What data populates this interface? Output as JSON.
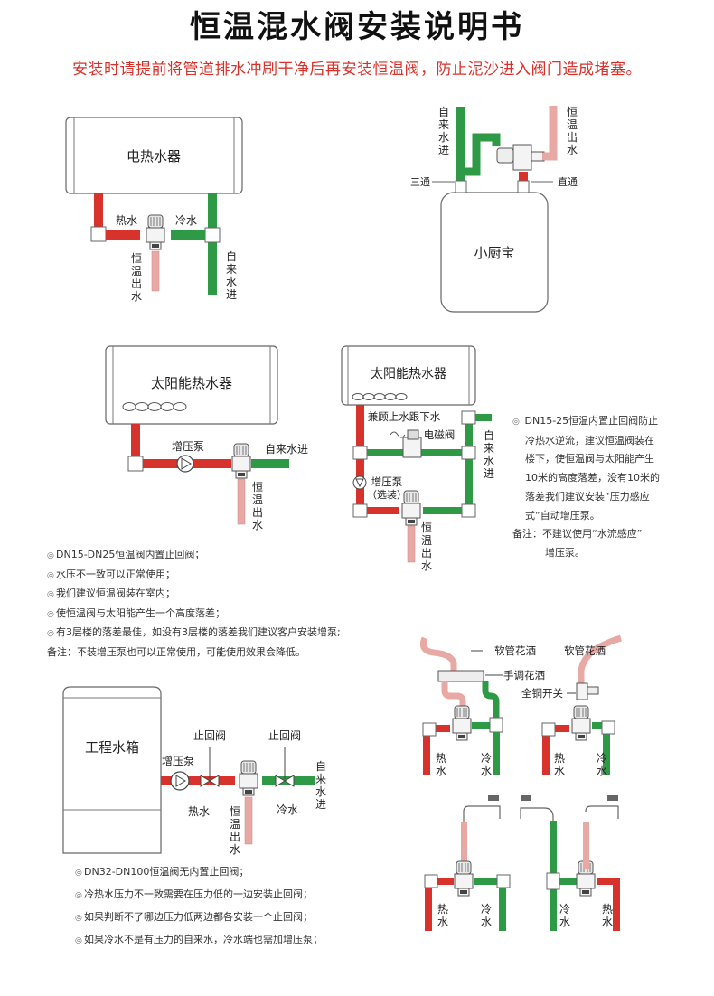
{
  "title": "恒温混水阀安装说明书",
  "warning": "安装时请提前将管道排水冲刷干净后再安装恒温阀，防止泥沙进入阀门造成堵塞。",
  "colors": {
    "hot": "#d8322c",
    "cold": "#2e9a46",
    "mixed": "#e8a8a4",
    "warning": "#d9302a",
    "pipe_white": "#ffffff",
    "outline": "#555555"
  },
  "diagram_electric": {
    "device": "电热水器",
    "hot_label": "热水",
    "cold_label": "冷水",
    "out_label": [
      "恒",
      "温",
      "出",
      "水"
    ],
    "in_label": [
      "自",
      "来",
      "水",
      "进"
    ]
  },
  "diagram_kitchen": {
    "device": "小厨宝",
    "in_label": [
      "自",
      "来",
      "水",
      "进"
    ],
    "out_label": [
      "恒",
      "温",
      "出",
      "水"
    ],
    "tee_label": "三通",
    "straight_label": "直通"
  },
  "diagram_solar1": {
    "device": "太阳能热水器",
    "pump_label": "增压泵",
    "in_label": "自来水进",
    "out_label": [
      "恒",
      "温",
      "出",
      "水"
    ]
  },
  "diagram_solar2": {
    "device": "太阳能热水器",
    "upper_label": "兼顾上水跟下水",
    "solenoid_label": "电磁阀",
    "pump_label": "增压泵",
    "pump_optional": "（选装）",
    "in_label": [
      "自",
      "来",
      "水",
      "进"
    ],
    "out_label": [
      "恒",
      "温",
      "出",
      "水"
    ]
  },
  "solar_note": {
    "lines": [
      "DN15-25恒温内置止回阀防止",
      "冷热水逆流，建议恒温阀装在",
      "楼下，使恒温阀与太阳能产生",
      "10米的高度落差，没有10米的",
      "落差我们建议安装“压力感应",
      "式”自动增压泵。"
    ],
    "remark_label": "备注：不建议使用“水流感应”",
    "remark_cont": "增压泵。"
  },
  "notes_solar": {
    "items": [
      "DN15-DN25恒温阀内置止回阀；",
      "水压不一致可以正常使用；",
      "我们建议恒温阀装在室内；",
      "使恒温阀与太阳能产生一个高度落差；",
      "有3层楼的落差最佳，如没有3层楼的落差我们建议客户安装增泵;"
    ],
    "remark": "备注：不装增压泵也可以正常使用，可能使用效果会降低。"
  },
  "diagram_tank": {
    "device": "工程水箱",
    "pump_label": "增压泵",
    "check_valve_1": "止回阀",
    "check_valve_2": "止回阀",
    "hot_label": "热水",
    "cold_label": "冷水",
    "out_label": [
      "恒",
      "温",
      "出",
      "水"
    ],
    "in_label": [
      "自",
      "来",
      "水",
      "进"
    ]
  },
  "notes_tank": {
    "items": [
      "DN32-DN100恒温阀无内置止回阀；",
      "冷热水压力不一致需要在压力低的一边安装止回阀；",
      "如果判断不了哪边压力低两边都各安装一个止回阀；",
      "如果冷水不是有压力的自来水，冷水端也需加增压泵；"
    ]
  },
  "diagram_shower": {
    "hose_label_1": "软管花洒",
    "hose_label_2": "软管花洒",
    "manual_shower": "手调花洒",
    "copper_switch": "全铜开关",
    "hot": [
      "热",
      "水"
    ],
    "cold": [
      "冷",
      "水"
    ]
  },
  "diagram_faucet": {
    "hot": [
      "热",
      "水"
    ],
    "cold": [
      "冷",
      "水"
    ]
  }
}
